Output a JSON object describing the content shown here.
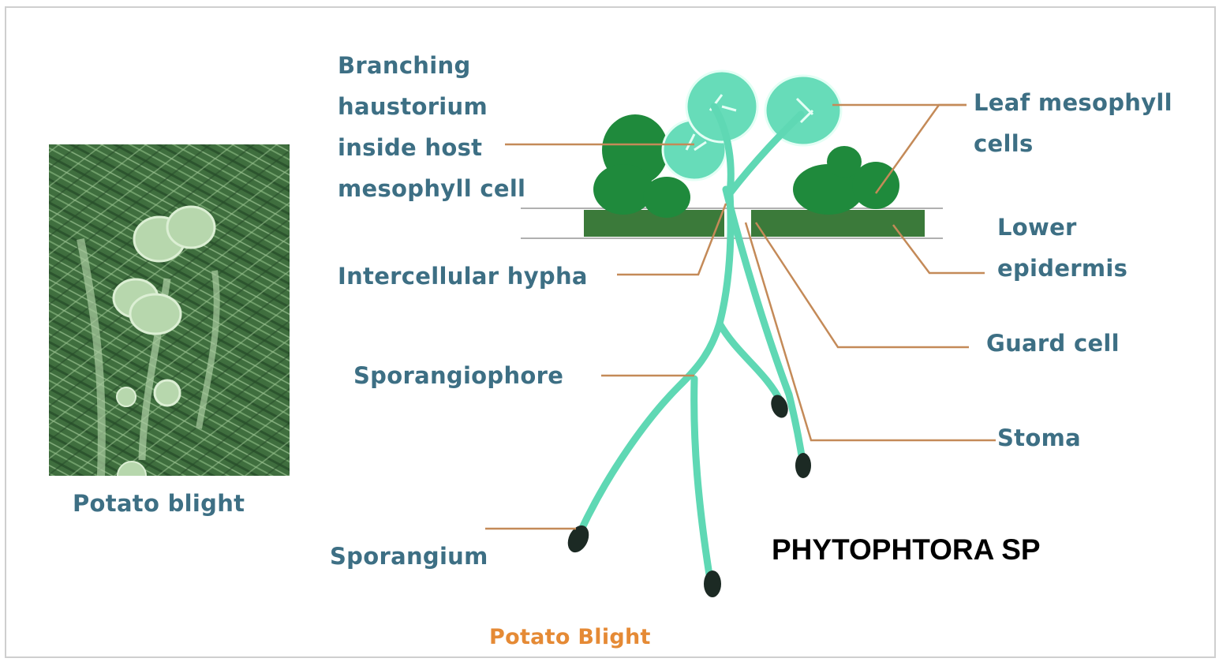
{
  "photo": {
    "caption": "Potato blight"
  },
  "diagram": {
    "labels": {
      "branching": [
        "Branching",
        "haustorium",
        "inside host",
        "mesophyll cell"
      ],
      "leaf_mesophyll": [
        "Leaf mesophyll",
        "cells"
      ],
      "lower_epidermis": [
        "Lower",
        "epidermis"
      ],
      "intercellular_hypha": "Intercellular hypha",
      "guard_cell": "Guard cell",
      "sporangiophore": "Sporangiophore",
      "stoma": "Stoma",
      "sporangium": "Sporangium"
    },
    "caption": "Potato Blight"
  },
  "overlay": {
    "title": "PHYTOPHTORA SP"
  },
  "colors": {
    "label_text": "#3d6f84",
    "caption_orange": "#e58a35",
    "leader_line": "#c48a58",
    "hypha": "#5fd8b4",
    "leaf_dark": "#1f8a3c",
    "photo_green": "#4c7d49"
  }
}
